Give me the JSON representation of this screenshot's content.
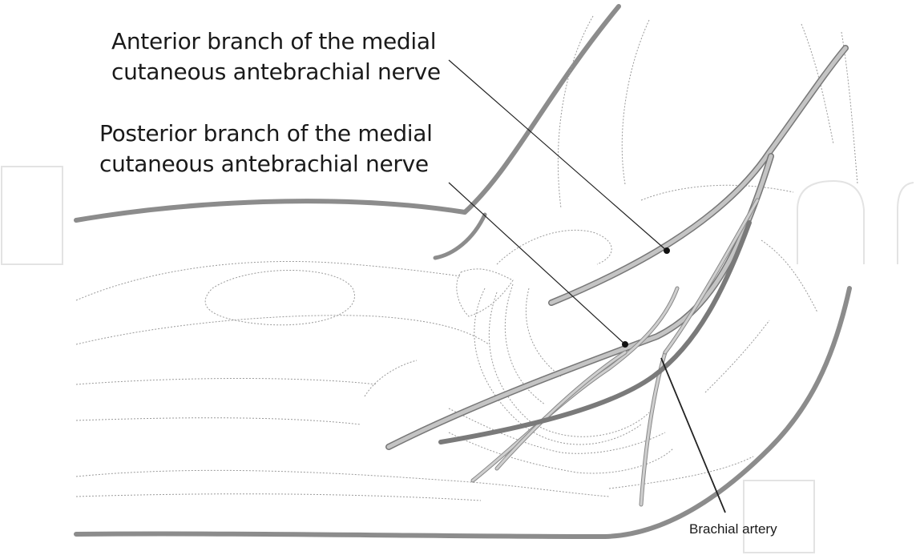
{
  "labels": {
    "anterior_line1": "Anterior branch of the medial",
    "anterior_line2": "cutaneous antebrachial nerve",
    "posterior_line1": "Posterior branch of the medial",
    "posterior_line2": "cutaneous antebrachial nerve",
    "brachial_artery": "Brachial artery"
  },
  "colors": {
    "outline": "#8c8c8c",
    "nerve": "#bdbdbd",
    "artery": "#7a7a7a",
    "leader": "#222222",
    "watermark": "#e6e6e6"
  }
}
